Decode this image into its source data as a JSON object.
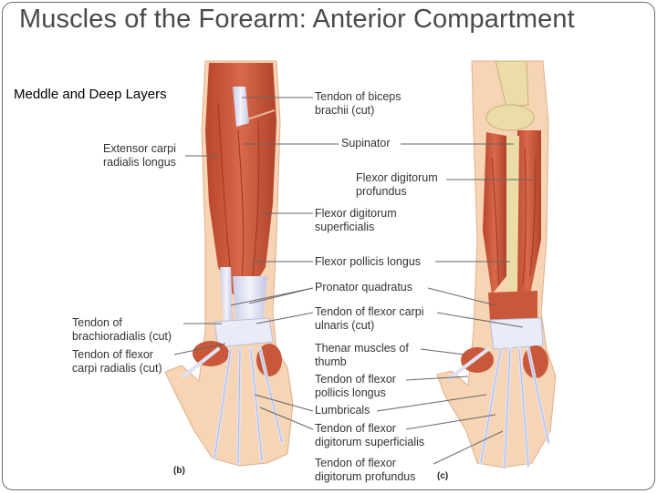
{
  "title": "Muscles of the Forearm: Anterior Compartment",
  "subtitle": "Meddle and Deep Layers",
  "figure_letters": {
    "left": "(b)",
    "right": "(c)"
  },
  "labels": {
    "biceps_tendon": [
      "Tendon of biceps",
      "brachii (cut)"
    ],
    "ecrl": [
      "Extensor carpi",
      "radialis longus"
    ],
    "supinator": [
      "Supinator"
    ],
    "fdp": [
      "Flexor digitorum",
      "profundus"
    ],
    "fds": [
      "Flexor digitorum",
      "superficialis"
    ],
    "fpl": [
      "Flexor pollicis longus"
    ],
    "pronator_quadratus": [
      "Pronator quadratus"
    ],
    "fcu_tendon": [
      "Tendon of flexor carpi",
      "ulnaris (cut)"
    ],
    "brachioradialis_tendon": [
      "Tendon of",
      "brachioradialis (cut)"
    ],
    "thenar": [
      "Thenar muscles of",
      "thumb"
    ],
    "fcr_tendon": [
      "Tendon of flexor",
      "carpi radialis (cut)"
    ],
    "fpl_tendon": [
      "Tendon of flexor",
      "pollicis longus"
    ],
    "lumbricals": [
      "Lumbricals"
    ],
    "fds_tendon": [
      "Tendon of flexor",
      "digitorum superficialis"
    ],
    "fdp_tendon": [
      "Tendon of flexor",
      "digitorum profundus"
    ]
  }
}
